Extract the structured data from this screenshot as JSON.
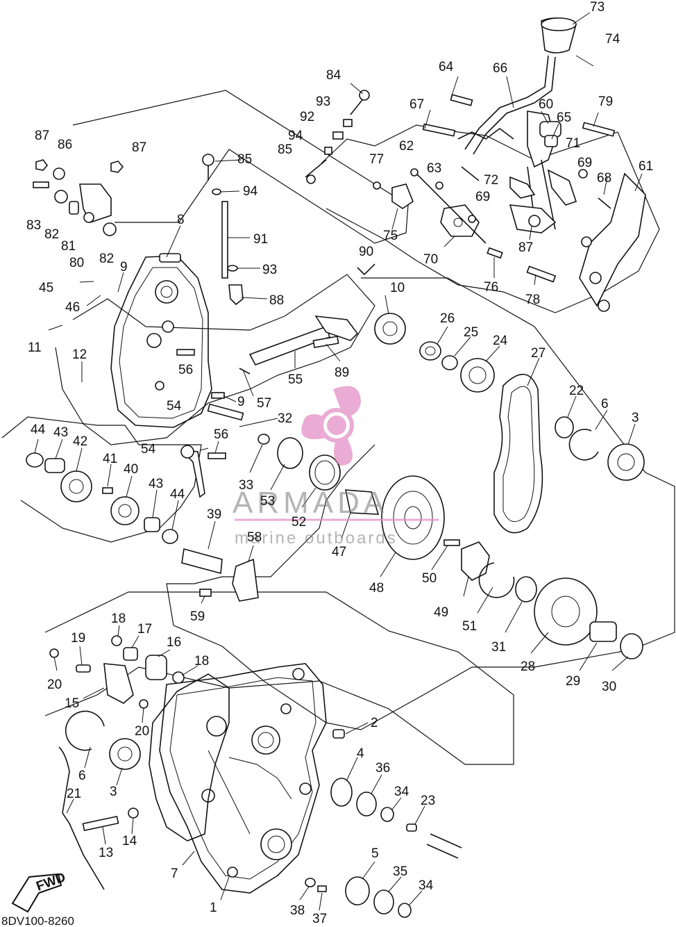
{
  "diagram_code": "8DV100-8260",
  "fwd_label": "FWD",
  "watermark": {
    "brand": "ARMADA",
    "tagline": "marine outboards",
    "color": "#e48fc6"
  },
  "callouts": [
    {
      "n": "73"
    },
    {
      "n": "74"
    },
    {
      "n": "84"
    },
    {
      "n": "64"
    },
    {
      "n": "66"
    },
    {
      "n": "93"
    },
    {
      "n": "92"
    },
    {
      "n": "67"
    },
    {
      "n": "60"
    },
    {
      "n": "65"
    },
    {
      "n": "79"
    },
    {
      "n": "87"
    },
    {
      "n": "86"
    },
    {
      "n": "87"
    },
    {
      "n": "94"
    },
    {
      "n": "85"
    },
    {
      "n": "85"
    },
    {
      "n": "62"
    },
    {
      "n": "71"
    },
    {
      "n": "77"
    },
    {
      "n": "63"
    },
    {
      "n": "72"
    },
    {
      "n": "69"
    },
    {
      "n": "68"
    },
    {
      "n": "61"
    },
    {
      "n": "83"
    },
    {
      "n": "94"
    },
    {
      "n": "69"
    },
    {
      "n": "82"
    },
    {
      "n": "81"
    },
    {
      "n": "82"
    },
    {
      "n": "8"
    },
    {
      "n": "91"
    },
    {
      "n": "75"
    },
    {
      "n": "87"
    },
    {
      "n": "80"
    },
    {
      "n": "70"
    },
    {
      "n": "9"
    },
    {
      "n": "93"
    },
    {
      "n": "90"
    },
    {
      "n": "45"
    },
    {
      "n": "88"
    },
    {
      "n": "76"
    },
    {
      "n": "78"
    },
    {
      "n": "46"
    },
    {
      "n": "10"
    },
    {
      "n": "26"
    },
    {
      "n": "11"
    },
    {
      "n": "25"
    },
    {
      "n": "24"
    },
    {
      "n": "12"
    },
    {
      "n": "56"
    },
    {
      "n": "89"
    },
    {
      "n": "27"
    },
    {
      "n": "55"
    },
    {
      "n": "54"
    },
    {
      "n": "9"
    },
    {
      "n": "57"
    },
    {
      "n": "22"
    },
    {
      "n": "6"
    },
    {
      "n": "3"
    },
    {
      "n": "32"
    },
    {
      "n": "44"
    },
    {
      "n": "43"
    },
    {
      "n": "42"
    },
    {
      "n": "54"
    },
    {
      "n": "56"
    },
    {
      "n": "41"
    },
    {
      "n": "33"
    },
    {
      "n": "40"
    },
    {
      "n": "53"
    },
    {
      "n": "43"
    },
    {
      "n": "44"
    },
    {
      "n": "39"
    },
    {
      "n": "52"
    },
    {
      "n": "58"
    },
    {
      "n": "47"
    },
    {
      "n": "50"
    },
    {
      "n": "48"
    },
    {
      "n": "49"
    },
    {
      "n": "59"
    },
    {
      "n": "51"
    },
    {
      "n": "31"
    },
    {
      "n": "18"
    },
    {
      "n": "17"
    },
    {
      "n": "19"
    },
    {
      "n": "16"
    },
    {
      "n": "18"
    },
    {
      "n": "28"
    },
    {
      "n": "29"
    },
    {
      "n": "30"
    },
    {
      "n": "20"
    },
    {
      "n": "15"
    },
    {
      "n": "20"
    },
    {
      "n": "2"
    },
    {
      "n": "6"
    },
    {
      "n": "4"
    },
    {
      "n": "36"
    },
    {
      "n": "3"
    },
    {
      "n": "34"
    },
    {
      "n": "21"
    },
    {
      "n": "23"
    },
    {
      "n": "13"
    },
    {
      "n": "14"
    },
    {
      "n": "5"
    },
    {
      "n": "7"
    },
    {
      "n": "35"
    },
    {
      "n": "34"
    },
    {
      "n": "1"
    },
    {
      "n": "38"
    },
    {
      "n": "37"
    }
  ]
}
